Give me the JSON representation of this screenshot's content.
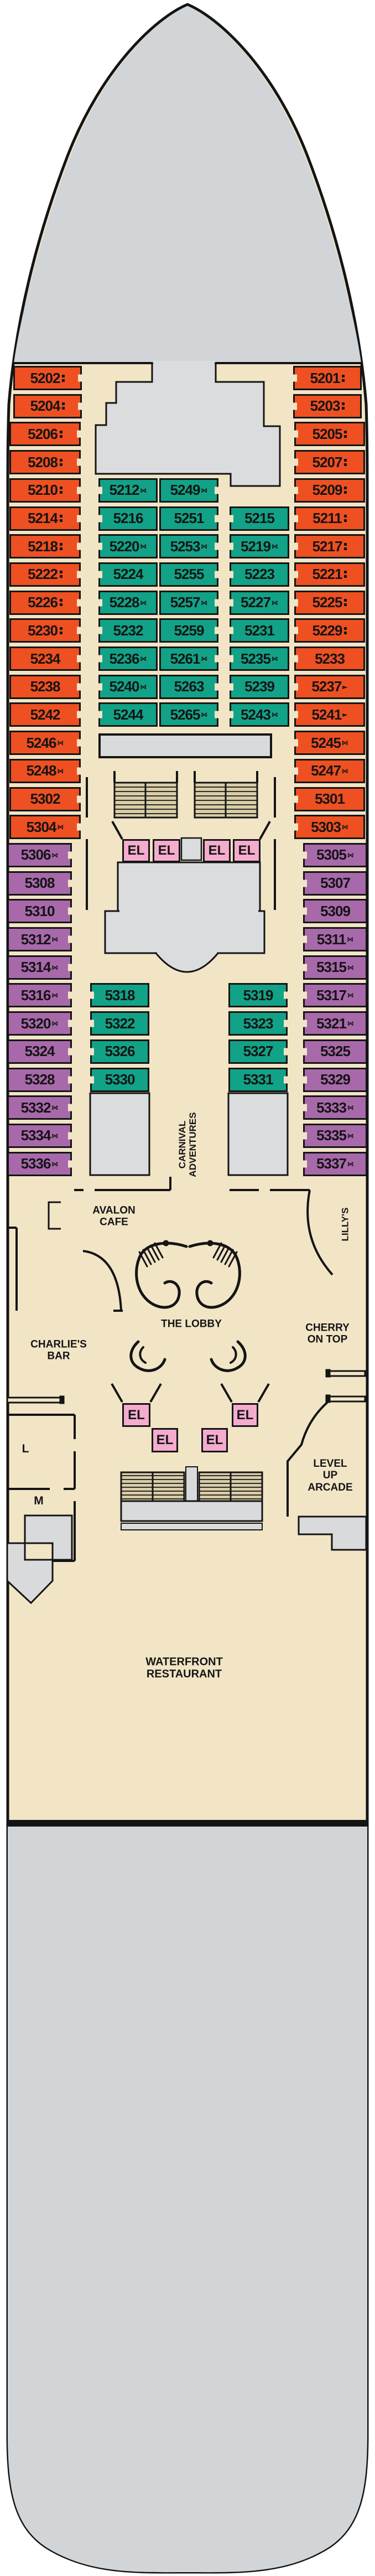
{
  "deck_plan": {
    "elevator_label": "EL",
    "labels": {
      "avalon_cafe": "AVALON\nCAFE",
      "the_lobby": "THE LOBBY",
      "cherry_on_top": "CHERRY\nON TOP",
      "charlies_bar": "CHARLIE'S\nBAR",
      "level_up_arcade": "LEVEL UP\nARCADE",
      "waterfront_restaurant": "WATERFRONT\nRESTAURANT",
      "carnival_adventures": "CARNIVAL\nADVENTURES",
      "lillys": "LILLY'S",
      "restroom_l": "L",
      "restroom_m": "M"
    },
    "symbol_legend": {
      "dots": "upper-berths",
      "conn": "connecting-staterooms",
      "arrow": "sofa-bed"
    },
    "cabins": {
      "left_outer": [
        {
          "n": "5202",
          "s": "dots",
          "c": "o"
        },
        {
          "n": "5204",
          "s": "dots",
          "c": "o"
        },
        {
          "n": "5206",
          "s": "dots",
          "c": "o"
        },
        {
          "n": "5208",
          "s": "dots",
          "c": "o"
        },
        {
          "n": "5210",
          "s": "dots",
          "c": "o"
        },
        {
          "n": "5214",
          "s": "dots",
          "c": "o"
        },
        {
          "n": "5218",
          "s": "dots",
          "c": "o"
        },
        {
          "n": "5222",
          "s": "dots",
          "c": "o"
        },
        {
          "n": "5226",
          "s": "dots",
          "c": "o"
        },
        {
          "n": "5230",
          "s": "dots",
          "c": "o"
        },
        {
          "n": "5234",
          "s": "",
          "c": "o"
        },
        {
          "n": "5238",
          "s": "",
          "c": "o"
        },
        {
          "n": "5242",
          "s": "",
          "c": "o"
        },
        {
          "n": "5246",
          "s": "conn",
          "c": "o"
        },
        {
          "n": "5248",
          "s": "conn",
          "c": "o"
        },
        {
          "n": "5302",
          "s": "",
          "c": "o"
        },
        {
          "n": "5304",
          "s": "conn",
          "c": "o"
        },
        {
          "n": "5306",
          "s": "conn",
          "c": "p"
        },
        {
          "n": "5308",
          "s": "",
          "c": "p"
        },
        {
          "n": "5310",
          "s": "",
          "c": "p"
        },
        {
          "n": "5312",
          "s": "conn",
          "c": "p"
        },
        {
          "n": "5314",
          "s": "conn",
          "c": "p"
        },
        {
          "n": "5316",
          "s": "conn",
          "c": "p"
        },
        {
          "n": "5320",
          "s": "conn",
          "c": "p"
        },
        {
          "n": "5324",
          "s": "",
          "c": "p"
        },
        {
          "n": "5328",
          "s": "",
          "c": "p"
        },
        {
          "n": "5332",
          "s": "conn",
          "c": "p"
        },
        {
          "n": "5334",
          "s": "conn",
          "c": "p"
        },
        {
          "n": "5336",
          "s": "conn",
          "c": "p"
        }
      ],
      "right_outer": [
        {
          "n": "5201",
          "s": "dots",
          "c": "o"
        },
        {
          "n": "5203",
          "s": "dots",
          "c": "o"
        },
        {
          "n": "5205",
          "s": "dots",
          "c": "o"
        },
        {
          "n": "5207",
          "s": "dots",
          "c": "o"
        },
        {
          "n": "5209",
          "s": "dots",
          "c": "o"
        },
        {
          "n": "5211",
          "s": "dots",
          "c": "o"
        },
        {
          "n": "5217",
          "s": "dots",
          "c": "o"
        },
        {
          "n": "5221",
          "s": "dots",
          "c": "o"
        },
        {
          "n": "5225",
          "s": "dots",
          "c": "o"
        },
        {
          "n": "5229",
          "s": "dots",
          "c": "o"
        },
        {
          "n": "5233",
          "s": "",
          "c": "o"
        },
        {
          "n": "5237",
          "s": "arrow",
          "c": "o"
        },
        {
          "n": "5241",
          "s": "arrow",
          "c": "o"
        },
        {
          "n": "5245",
          "s": "conn",
          "c": "o"
        },
        {
          "n": "5247",
          "s": "conn",
          "c": "o"
        },
        {
          "n": "5301",
          "s": "",
          "c": "o"
        },
        {
          "n": "5303",
          "s": "conn",
          "c": "o"
        },
        {
          "n": "5305",
          "s": "conn",
          "c": "p"
        },
        {
          "n": "5307",
          "s": "",
          "c": "p"
        },
        {
          "n": "5309",
          "s": "",
          "c": "p"
        },
        {
          "n": "5311",
          "s": "conn",
          "c": "p"
        },
        {
          "n": "5315",
          "s": "conn",
          "c": "p"
        },
        {
          "n": "5317",
          "s": "conn",
          "c": "p"
        },
        {
          "n": "5321",
          "s": "conn",
          "c": "p"
        },
        {
          "n": "5325",
          "s": "",
          "c": "p"
        },
        {
          "n": "5329",
          "s": "",
          "c": "p"
        },
        {
          "n": "5333",
          "s": "conn",
          "c": "p"
        },
        {
          "n": "5335",
          "s": "conn",
          "c": "p"
        },
        {
          "n": "5337",
          "s": "conn",
          "c": "p"
        }
      ],
      "mid_col_a": [
        {
          "n": "5212",
          "s": "conn",
          "c": "t"
        },
        {
          "n": "5216",
          "s": "",
          "c": "t"
        },
        {
          "n": "5220",
          "s": "conn",
          "c": "t"
        },
        {
          "n": "5224",
          "s": "",
          "c": "t"
        },
        {
          "n": "5228",
          "s": "conn",
          "c": "t"
        },
        {
          "n": "5232",
          "s": "",
          "c": "t"
        },
        {
          "n": "5236",
          "s": "conn",
          "c": "t"
        },
        {
          "n": "5240",
          "s": "conn",
          "c": "t"
        },
        {
          "n": "5244",
          "s": "",
          "c": "t"
        }
      ],
      "mid_col_b": [
        {
          "n": "5249",
          "s": "conn",
          "c": "t"
        },
        {
          "n": "5251",
          "s": "",
          "c": "t"
        },
        {
          "n": "5253",
          "s": "conn",
          "c": "t"
        },
        {
          "n": "5255",
          "s": "",
          "c": "t"
        },
        {
          "n": "5257",
          "s": "conn",
          "c": "t"
        },
        {
          "n": "5259",
          "s": "",
          "c": "t"
        },
        {
          "n": "5261",
          "s": "conn",
          "c": "t"
        },
        {
          "n": "5263",
          "s": "",
          "c": "t"
        },
        {
          "n": "5265",
          "s": "conn",
          "c": "t"
        }
      ],
      "mid_col_c": [
        {
          "n": "5215",
          "s": "",
          "c": "t"
        },
        {
          "n": "5219",
          "s": "conn",
          "c": "t"
        },
        {
          "n": "5223",
          "s": "",
          "c": "t"
        },
        {
          "n": "5227",
          "s": "conn",
          "c": "t"
        },
        {
          "n": "5231",
          "s": "",
          "c": "t"
        },
        {
          "n": "5235",
          "s": "conn",
          "c": "t"
        },
        {
          "n": "5239",
          "s": "",
          "c": "t"
        },
        {
          "n": "5243",
          "s": "conn",
          "c": "t"
        }
      ],
      "lower_left": [
        {
          "n": "5318",
          "s": "",
          "c": "t"
        },
        {
          "n": "5322",
          "s": "",
          "c": "t"
        },
        {
          "n": "5326",
          "s": "",
          "c": "t"
        },
        {
          "n": "5330",
          "s": "",
          "c": "t"
        }
      ],
      "lower_right": [
        {
          "n": "5319",
          "s": "",
          "c": "t"
        },
        {
          "n": "5323",
          "s": "",
          "c": "t"
        },
        {
          "n": "5327",
          "s": "",
          "c": "t"
        },
        {
          "n": "5331",
          "s": "",
          "c": "t"
        }
      ]
    },
    "colors": {
      "orange_cabin": "#ee5022",
      "purple_cabin": "#a869ab",
      "teal_cabin": "#12a287",
      "pink_elevator": "#f4abce",
      "deck_beige": "#f1e5c6",
      "hull_gray": "#d2d5d7",
      "block_gray": "#dbdcde",
      "outline_black": "#141414"
    }
  }
}
